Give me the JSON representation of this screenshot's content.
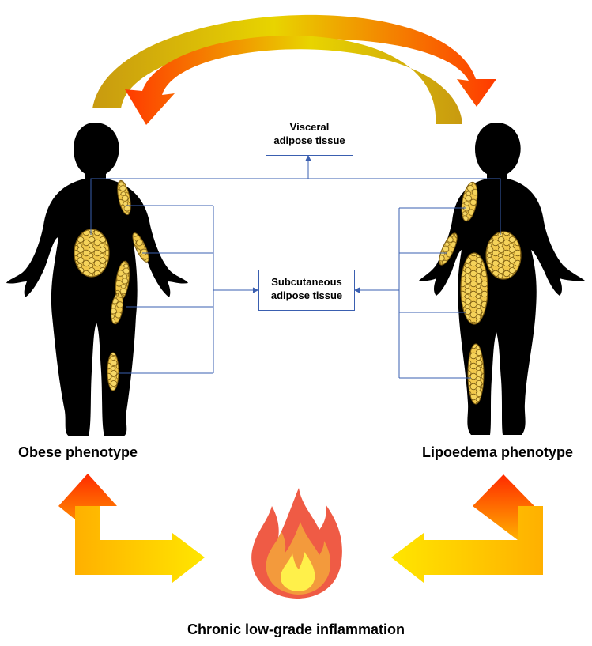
{
  "labels": {
    "visceral_line1": "Visceral",
    "visceral_line2": "adipose tissue",
    "subcutaneous_line1": "Subcutaneous",
    "subcutaneous_line2": "adipose tissue",
    "obese": "Obese phenotype",
    "lipoedema": "Lipoedema phenotype",
    "inflammation": "Chronic low-grade inflammation"
  },
  "colors": {
    "silhouette": "#000000",
    "fat": "#f2c94c",
    "fat_outline": "#7a5a10",
    "connector": "#3a5fb0",
    "arrow_top": "#ff2a00",
    "arrow_bottom": "#ffe600",
    "flame_outer": "#ef5b45",
    "flame_mid": "#f39a3c",
    "flame_core": "#fff04a"
  },
  "icons": {
    "flame": "flame-icon",
    "cycle_arrows": "curved-arrow-icon",
    "elbow_arrows": "elbow-arrow-icon"
  }
}
